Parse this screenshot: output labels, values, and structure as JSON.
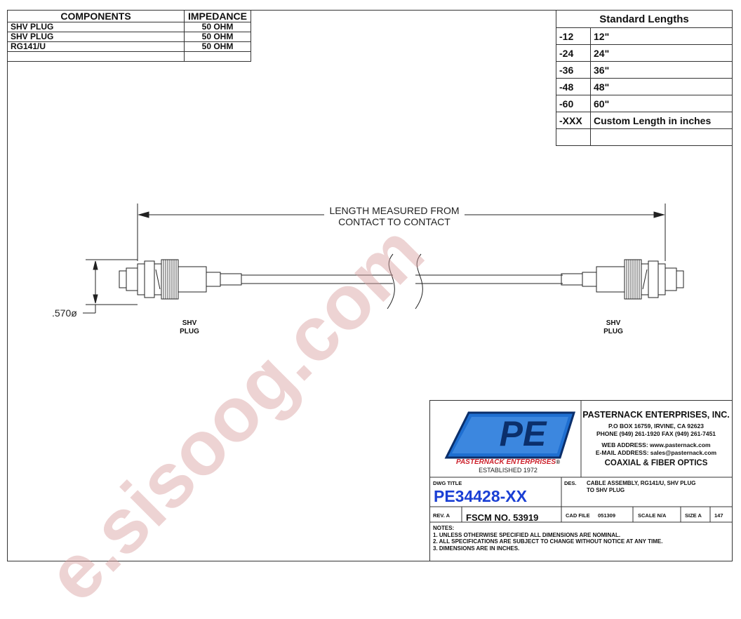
{
  "components_table": {
    "headers": [
      "COMPONENTS",
      "IMPEDANCE"
    ],
    "rows": [
      [
        "SHV PLUG",
        "50 OHM"
      ],
      [
        "SHV PLUG",
        "50 OHM"
      ],
      [
        "RG141/U",
        "50 OHM"
      ],
      [
        "",
        ""
      ]
    ]
  },
  "lengths_table": {
    "title": "Standard Lengths",
    "rows": [
      [
        "-12",
        "12\""
      ],
      [
        "-24",
        "24\""
      ],
      [
        "-36",
        "36\""
      ],
      [
        "-48",
        "48\""
      ],
      [
        "-60",
        "60\""
      ],
      [
        "-XXX",
        "Custom Length in inches"
      ],
      [
        "",
        ""
      ]
    ]
  },
  "drawing": {
    "length_line1": "LENGTH MEASURED FROM",
    "length_line2": "CONTACT TO CONTACT",
    "diameter": ".570ø",
    "left_label": [
      "SHV",
      "PLUG"
    ],
    "right_label": [
      "SHV",
      "PLUG"
    ]
  },
  "title_block": {
    "logo_text": "PE",
    "brand": "PASTERNACK ENTERPRISES",
    "reg": "®",
    "established": "ESTABLISHED 1972",
    "company": "PASTERNACK ENTERPRISES, INC.",
    "address": "P.O BOX 16759, IRVINE, CA 92623",
    "phone": "PHONE (949) 261-1920 FAX (949) 261-7451",
    "web": "WEB ADDRESS: www.pasternack.com",
    "email": "E-MAIL ADDRESS: sales@pasternack.com",
    "category": "COAXIAL & FIBER OPTICS",
    "dwg_title_label": "DWG TITLE",
    "dwg_title": "PE34428-XX",
    "des_label": "DES.",
    "description_line1": "CABLE ASSEMBLY, RG141/U, SHV PLUG",
    "description_line2": "TO SHV PLUG",
    "rev": "REV. A",
    "fscm": "FSCM NO. 53919",
    "cad_label": "CAD FILE",
    "cad_file": "051309",
    "scale": "SCALE N/A",
    "size": "SIZE A",
    "sheet": "147",
    "notes_label": "NOTES:",
    "notes": [
      "1. UNLESS OTHERWISE SPECIFIED ALL DIMENSIONS ARE NOMINAL.",
      "2. ALL SPECIFICATIONS ARE SUBJECT TO CHANGE WITHOUT NOTICE AT ANY TIME.",
      "3. DIMENSIONS ARE IN INCHES."
    ]
  },
  "watermark": "e.sisoog.com",
  "colors": {
    "logo_blue": "#1f6fd1",
    "title_blue": "#1a3fd4",
    "brand_red": "#cc1f2a",
    "watermark": "#d9a0a0"
  }
}
